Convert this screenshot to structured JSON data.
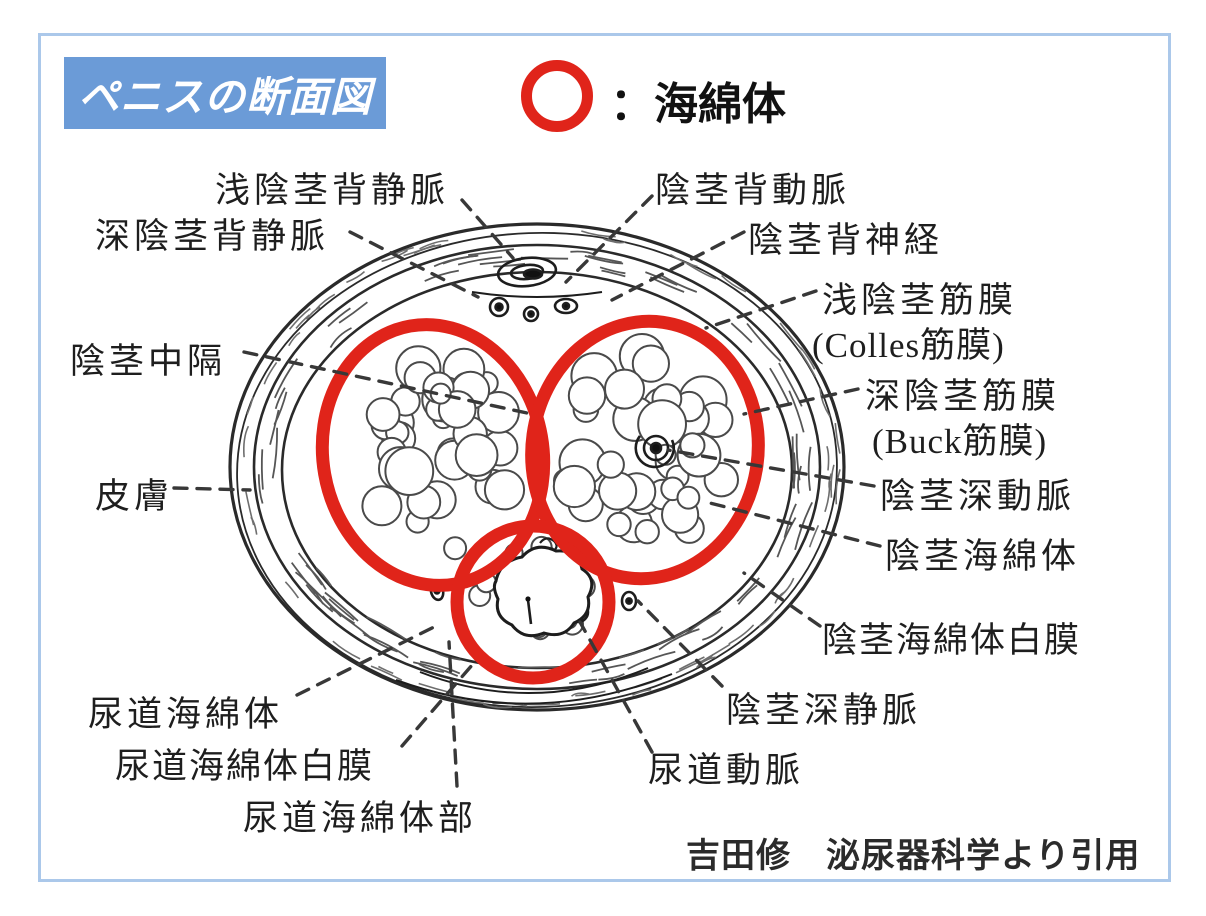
{
  "title": {
    "text": "ペニスの断面図"
  },
  "legend": {
    "text": "：海綿体",
    "symbol": "red-ring",
    "ring_color": "#e0241a"
  },
  "colors": {
    "accent_blue": "#6b9bd7",
    "frame_border": "#abc8ea",
    "highlight_red": "#e0241a",
    "ink": "#1e1e1e"
  },
  "labels": [
    {
      "id": "superficial-dorsal-vein",
      "text": "浅陰茎背静脈"
    },
    {
      "id": "deep-dorsal-vein",
      "text": "深陰茎背静脈"
    },
    {
      "id": "dorsal-artery",
      "text": "陰茎背動脈"
    },
    {
      "id": "dorsal-nerve",
      "text": "陰茎背神経"
    },
    {
      "id": "superficial-fascia",
      "text": "浅陰茎筋膜"
    },
    {
      "id": "superficial-fascia-en",
      "text": "(Colles筋膜)"
    },
    {
      "id": "deep-fascia",
      "text": "深陰茎筋膜"
    },
    {
      "id": "deep-fascia-en",
      "text": "(Buck筋膜)"
    },
    {
      "id": "deep-artery",
      "text": "陰茎深動脈"
    },
    {
      "id": "corpus-cavernosum",
      "text": "陰茎海綿体"
    },
    {
      "id": "tunica-albuginea-cavernosum",
      "text": "陰茎海綿体白膜"
    },
    {
      "id": "deep-vein",
      "text": "陰茎深静脈"
    },
    {
      "id": "urethral-artery",
      "text": "尿道動脈"
    },
    {
      "id": "septum",
      "text": "陰茎中隔"
    },
    {
      "id": "skin",
      "text": "皮膚"
    },
    {
      "id": "corpus-spongiosum",
      "text": "尿道海綿体"
    },
    {
      "id": "tunica-albuginea-spongiosum",
      "text": "尿道海綿体白膜"
    },
    {
      "id": "spongy-urethra",
      "text": "尿道海綿体部"
    }
  ],
  "citation": {
    "text": "吉田修　泌尿器科学より引用"
  }
}
